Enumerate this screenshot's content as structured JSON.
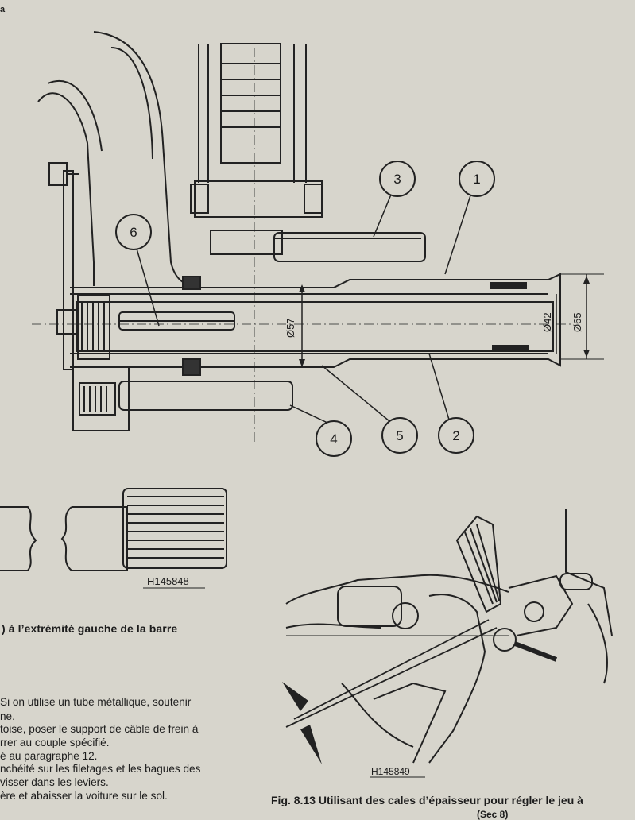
{
  "page": {
    "corner_letter": "a",
    "top_figure": {
      "callouts": [
        "1",
        "2",
        "3",
        "4",
        "5",
        "6"
      ],
      "dimensions": {
        "d57": "Ø57",
        "d42": "Ø42",
        "d65": "Ø65"
      }
    },
    "middle_figure": {
      "ref_code": "H145848"
    },
    "caption_left": {
      "line1": ") à l’extrémité gauche de la barre",
      "line2": ""
    },
    "steps": [
      "Si on utilise un tube métallique, soutenir",
      "ne.",
      "toise, poser le support de câble de frein à",
      "rrer au couple spécifié.",
      "é au paragraphe 12.",
      "nchéité sur les filetages et les bagues des",
      "visser dans les leviers.",
      "ère et abaisser la voiture sur le sol."
    ],
    "bottom_figure": {
      "ref_code": "H145849",
      "caption": "Fig. 8.13 Utilisant des cales d’épaisseur pour régler le jeu à",
      "caption_cont": "(Sec 8)"
    }
  }
}
